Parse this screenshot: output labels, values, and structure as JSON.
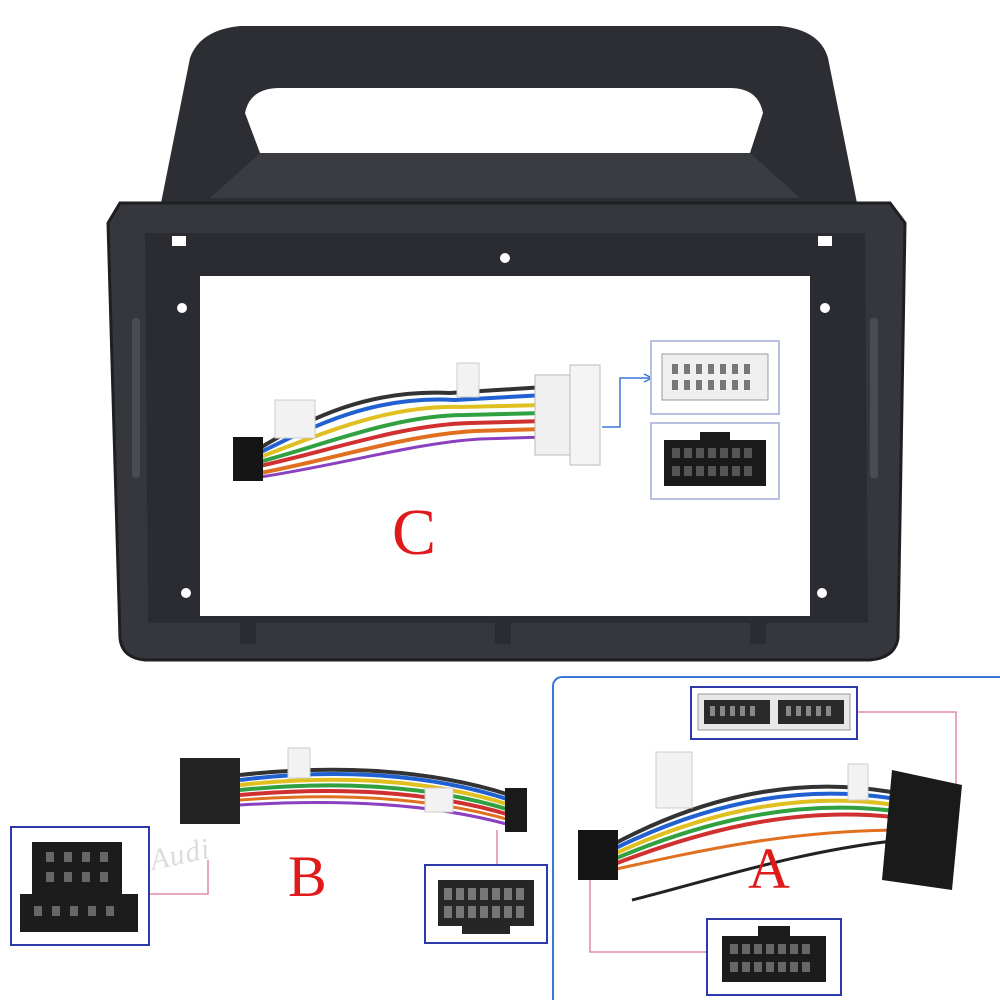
{
  "labels": {
    "kit_c": "C",
    "kit_b": "B",
    "kit_a": "A",
    "watermark": "Audi"
  },
  "colors": {
    "frame": "#35373d",
    "frame_edge": "#1e1f23",
    "label": "#e01a1a",
    "callout_border": "#2b3aa8",
    "callout_line_blue": "#3a78d8",
    "callout_line_pink": "#e28aa0"
  },
  "icons": [
    "dash-frame-icon",
    "wiring-harness-icon",
    "connector-plug-icon"
  ]
}
